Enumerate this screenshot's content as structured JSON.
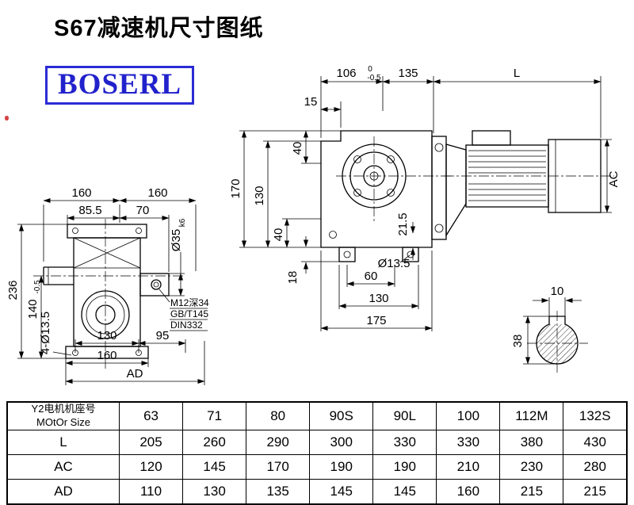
{
  "page": {
    "title": "S67减速机尺寸图纸",
    "brand": "BOSERL"
  },
  "drawing": {
    "front_view": {
      "dim_106": "106",
      "tol_up": "0",
      "tol_dn": "-0.5",
      "dim_135": "135",
      "dim_L": "L",
      "dim_15": "15",
      "dim_170": "170",
      "dim_130_side": "130",
      "dim_40_top": "40",
      "dim_40_bottom": "40",
      "dim_18": "18",
      "dim_21_5": "21.5",
      "dim_ac": "AC",
      "dim_60": "60",
      "dim_130_bottom": "130",
      "dim_175": "175",
      "callout_hole": "Ø13.5"
    },
    "side_view": {
      "dim_160_left": "160",
      "dim_160_right": "160",
      "dim_85_5": "85.5",
      "dim_70": "70",
      "shaft_dia": "Ø35",
      "shaft_fit": "k6",
      "dim_236": "236",
      "dim_140": "140",
      "dim_140_tol": "-0.5",
      "callout_holes": "4-Ø13.5",
      "dim_130": "130",
      "dim_95": "95",
      "dim_160_bottom": "160",
      "dim_ad": "AD",
      "note_line1": "M12深34",
      "note_line2": "GB/T145",
      "note_line3": "DIN332"
    },
    "shaft_section": {
      "dim_10": "10",
      "dim_38": "38"
    }
  },
  "table": {
    "header_cn": "Y2电机机座号",
    "header_en": "MOtOr Size",
    "motor_frames": [
      "63",
      "71",
      "80",
      "90S",
      "90L",
      "100",
      "112M",
      "132S"
    ],
    "rows": [
      {
        "label": "L",
        "values": [
          "205",
          "260",
          "290",
          "300",
          "330",
          "330",
          "380",
          "430"
        ]
      },
      {
        "label": "AC",
        "values": [
          "120",
          "145",
          "170",
          "190",
          "190",
          "210",
          "230",
          "280"
        ]
      },
      {
        "label": "AD",
        "values": [
          "110",
          "130",
          "135",
          "145",
          "145",
          "160",
          "215",
          "215"
        ]
      }
    ]
  }
}
